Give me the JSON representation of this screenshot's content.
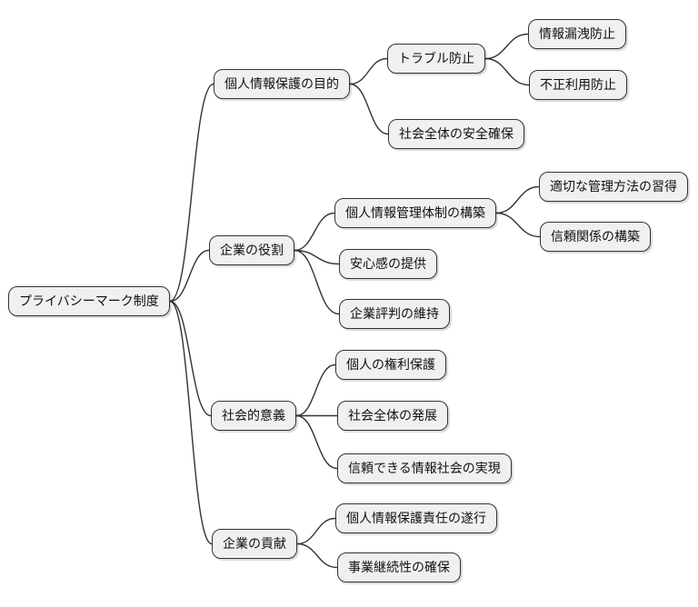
{
  "mindmap": {
    "root": {
      "id": "root",
      "label": "プライバシーマーク制度"
    },
    "branches": [
      {
        "id": "b1",
        "label": "個人情報保護の目的",
        "children": [
          {
            "id": "b1c1",
            "label": "トラブル防止",
            "children": [
              {
                "id": "b1c1g1",
                "label": "情報漏洩防止"
              },
              {
                "id": "b1c1g2",
                "label": "不正利用防止"
              }
            ]
          },
          {
            "id": "b1c2",
            "label": "社会全体の安全確保"
          }
        ]
      },
      {
        "id": "b2",
        "label": "企業の役割",
        "children": [
          {
            "id": "b2c1",
            "label": "個人情報管理体制の構築",
            "children": [
              {
                "id": "b2c1g1",
                "label": "適切な管理方法の習得"
              },
              {
                "id": "b2c1g2",
                "label": "信頼関係の構築"
              }
            ]
          },
          {
            "id": "b2c2",
            "label": "安心感の提供"
          },
          {
            "id": "b2c3",
            "label": "企業評判の維持"
          }
        ]
      },
      {
        "id": "b3",
        "label": "社会的意義",
        "children": [
          {
            "id": "b3c1",
            "label": "個人の権利保護"
          },
          {
            "id": "b3c2",
            "label": "社会全体の発展"
          },
          {
            "id": "b3c3",
            "label": "信頼できる情報社会の実現"
          }
        ]
      },
      {
        "id": "b4",
        "label": "企業の貢献",
        "children": [
          {
            "id": "b4c1",
            "label": "個人情報保護責任の遂行"
          },
          {
            "id": "b4c2",
            "label": "事業継続性の確保"
          }
        ]
      }
    ]
  },
  "colors": {
    "background": "#ffffff",
    "node_fill": "#f0f0f0",
    "node_border": "#333333",
    "edge": "#333333",
    "text": "#111111"
  }
}
